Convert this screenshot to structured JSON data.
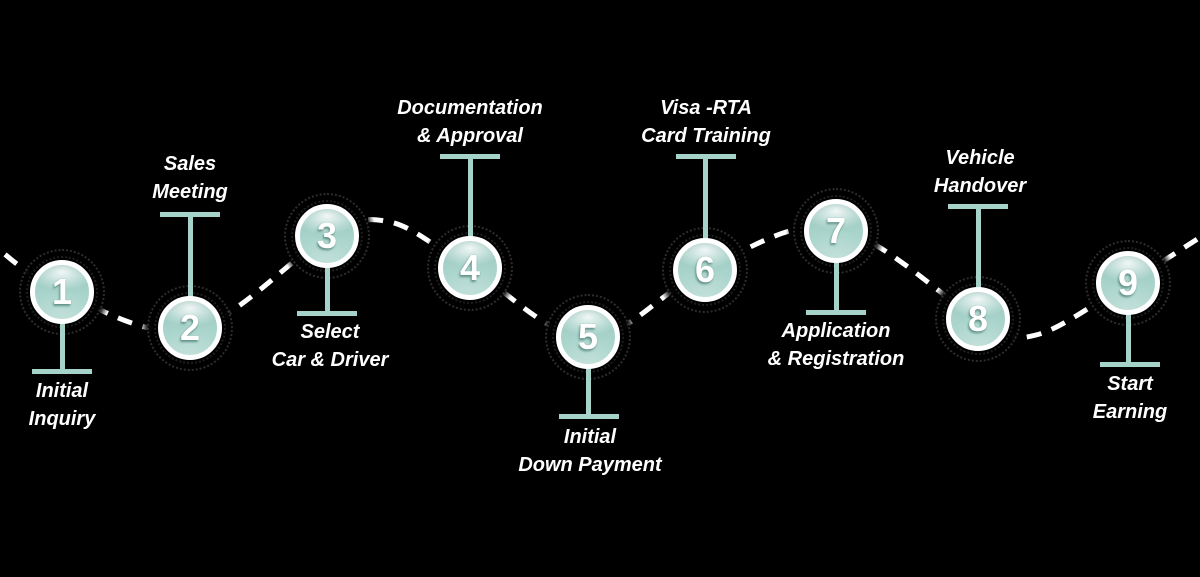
{
  "diagram": {
    "type": "process-timeline",
    "background": "#000000",
    "steps": [
      {
        "number": "1",
        "line1": "Initial",
        "line2": "Inquiry",
        "label_position": "below"
      },
      {
        "number": "2",
        "line1": "Sales",
        "line2": "Meeting",
        "label_position": "above"
      },
      {
        "number": "3",
        "line1": "Select",
        "line2": "Car & Driver",
        "label_position": "below"
      },
      {
        "number": "4",
        "line1": "Documentation",
        "line2": "& Approval",
        "label_position": "above"
      },
      {
        "number": "5",
        "line1": "Initial",
        "line2": "Down Payment",
        "label_position": "below"
      },
      {
        "number": "6",
        "line1": "Visa -RTA",
        "line2": "Card Training",
        "label_position": "above"
      },
      {
        "number": "7",
        "line1": "Application",
        "line2": "& Registration",
        "label_position": "below"
      },
      {
        "number": "8",
        "line1": "Vehicle",
        "line2": "Handover",
        "label_position": "above"
      },
      {
        "number": "9",
        "line1": "Start",
        "line2": "Earning",
        "label_position": "below"
      }
    ],
    "colors": {
      "circle_fill": "#a9d4cc",
      "circle_highlight": "#dcefeb",
      "circle_ring": "#ffffff",
      "stem": "#a5d2c9",
      "dashed_line": "#ffffff",
      "text": "#ffffff"
    }
  }
}
